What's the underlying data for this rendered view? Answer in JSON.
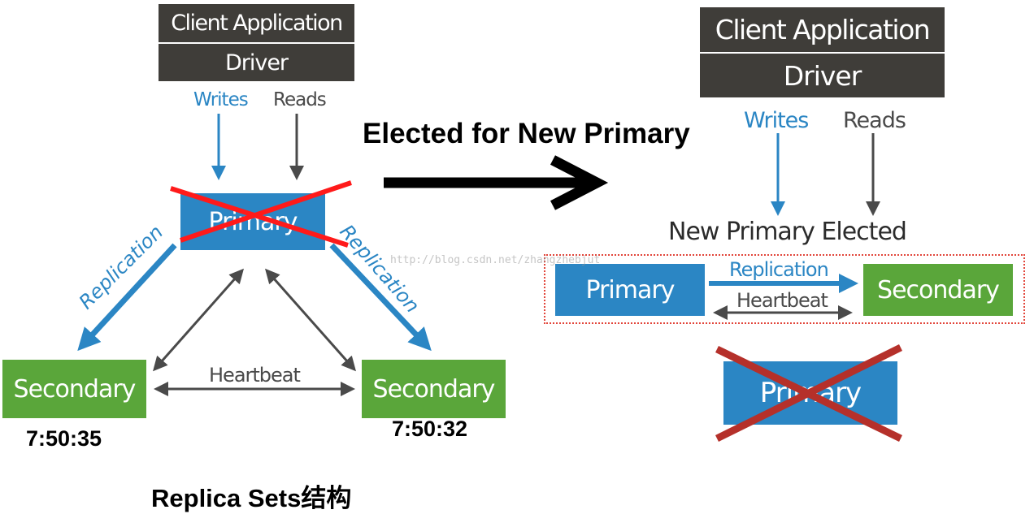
{
  "left_diagram": {
    "client_app": "Client Application",
    "driver": "Driver",
    "writes": "Writes",
    "reads": "Reads",
    "primary": "Primary",
    "replication_left": "Replication",
    "replication_right": "Replication",
    "secondary_left": "Secondary",
    "secondary_right": "Secondary",
    "heartbeat": "Heartbeat",
    "time_left": "7:50:35",
    "time_right": "7:50:32",
    "caption": "Replica Sets结构"
  },
  "transition": {
    "label": "Elected for New Primary"
  },
  "right_diagram": {
    "client_app": "Client Application",
    "driver": "Driver",
    "writes": "Writes",
    "reads": "Reads",
    "new_primary_label": "New Primary Elected",
    "primary": "Primary",
    "replication": "Replication",
    "heartbeat": "Heartbeat",
    "secondary": "Secondary",
    "failed_primary": "Primary"
  },
  "watermark": "http://blog.csdn.net/zhangzhebjut",
  "colors": {
    "dark_box": "#3f3d39",
    "primary_blue": "#2b86c4",
    "secondary_green": "#5aa63a",
    "arrow_blue": "#2b86c4",
    "arrow_gray": "#4a4a4a",
    "cross_red_left": "#ff1a1a",
    "cross_red_right": "#b5302a",
    "dotted_border": "#e2453a"
  }
}
